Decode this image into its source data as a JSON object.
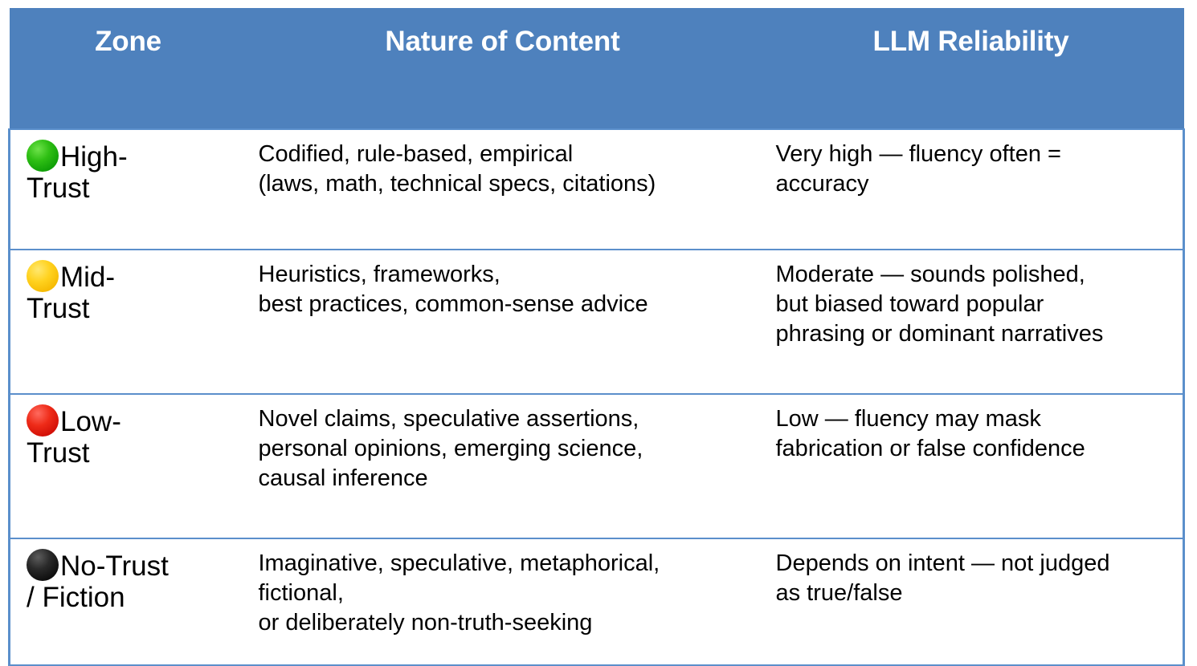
{
  "table": {
    "headers": [
      {
        "label": "Zone"
      },
      {
        "label": "Nature of Content"
      },
      {
        "label": "LLM Reliability"
      }
    ],
    "rows": [
      {
        "dot_icon": "green-circle-icon",
        "dot_color": "#1FB80A",
        "zone": "🟢High-\nTrust",
        "zone_label": "High-\nTrust",
        "nature": "Codified, rule-based, empirical\n(laws, math, technical specs, citations)",
        "reliability": "Very high — fluency often =\naccuracy"
      },
      {
        "dot_icon": "yellow-circle-icon",
        "dot_color": "#FFD21F",
        "zone": "🟡Mid-\nTrust",
        "zone_label": "Mid-\nTrust",
        "nature": "Heuristics, frameworks,\nbest practices, common-sense advice",
        "reliability": "Moderate — sounds polished,\nbut biased toward popular\nphrasing or dominant narratives"
      },
      {
        "dot_icon": "red-circle-icon",
        "dot_color": "#E42A14",
        "zone": "🔴Low-\nTrust",
        "zone_label": "Low-\nTrust",
        "nature": "Novel claims, speculative assertions,\npersonal opinions, emerging science,\ncausal inference",
        "reliability": "Low — fluency may mask\nfabrication or false confidence"
      },
      {
        "dot_icon": "black-circle-icon",
        "dot_color": "#000000",
        "zone": "⚫No-Trust\n/ Fiction",
        "zone_label": "No-Trust\n/ Fiction",
        "nature": "Imaginative, speculative, metaphorical,\nfictional,\nor deliberately non-truth-seeking",
        "reliability": "Depends on intent — not judged\nas true/false"
      }
    ]
  },
  "style": {
    "header_background": "#4E81BD",
    "header_text_color": "#FFFFFF",
    "border_color": "#5B8FCB",
    "body_background": "#FFFFFF",
    "body_text_color": "#000000"
  }
}
